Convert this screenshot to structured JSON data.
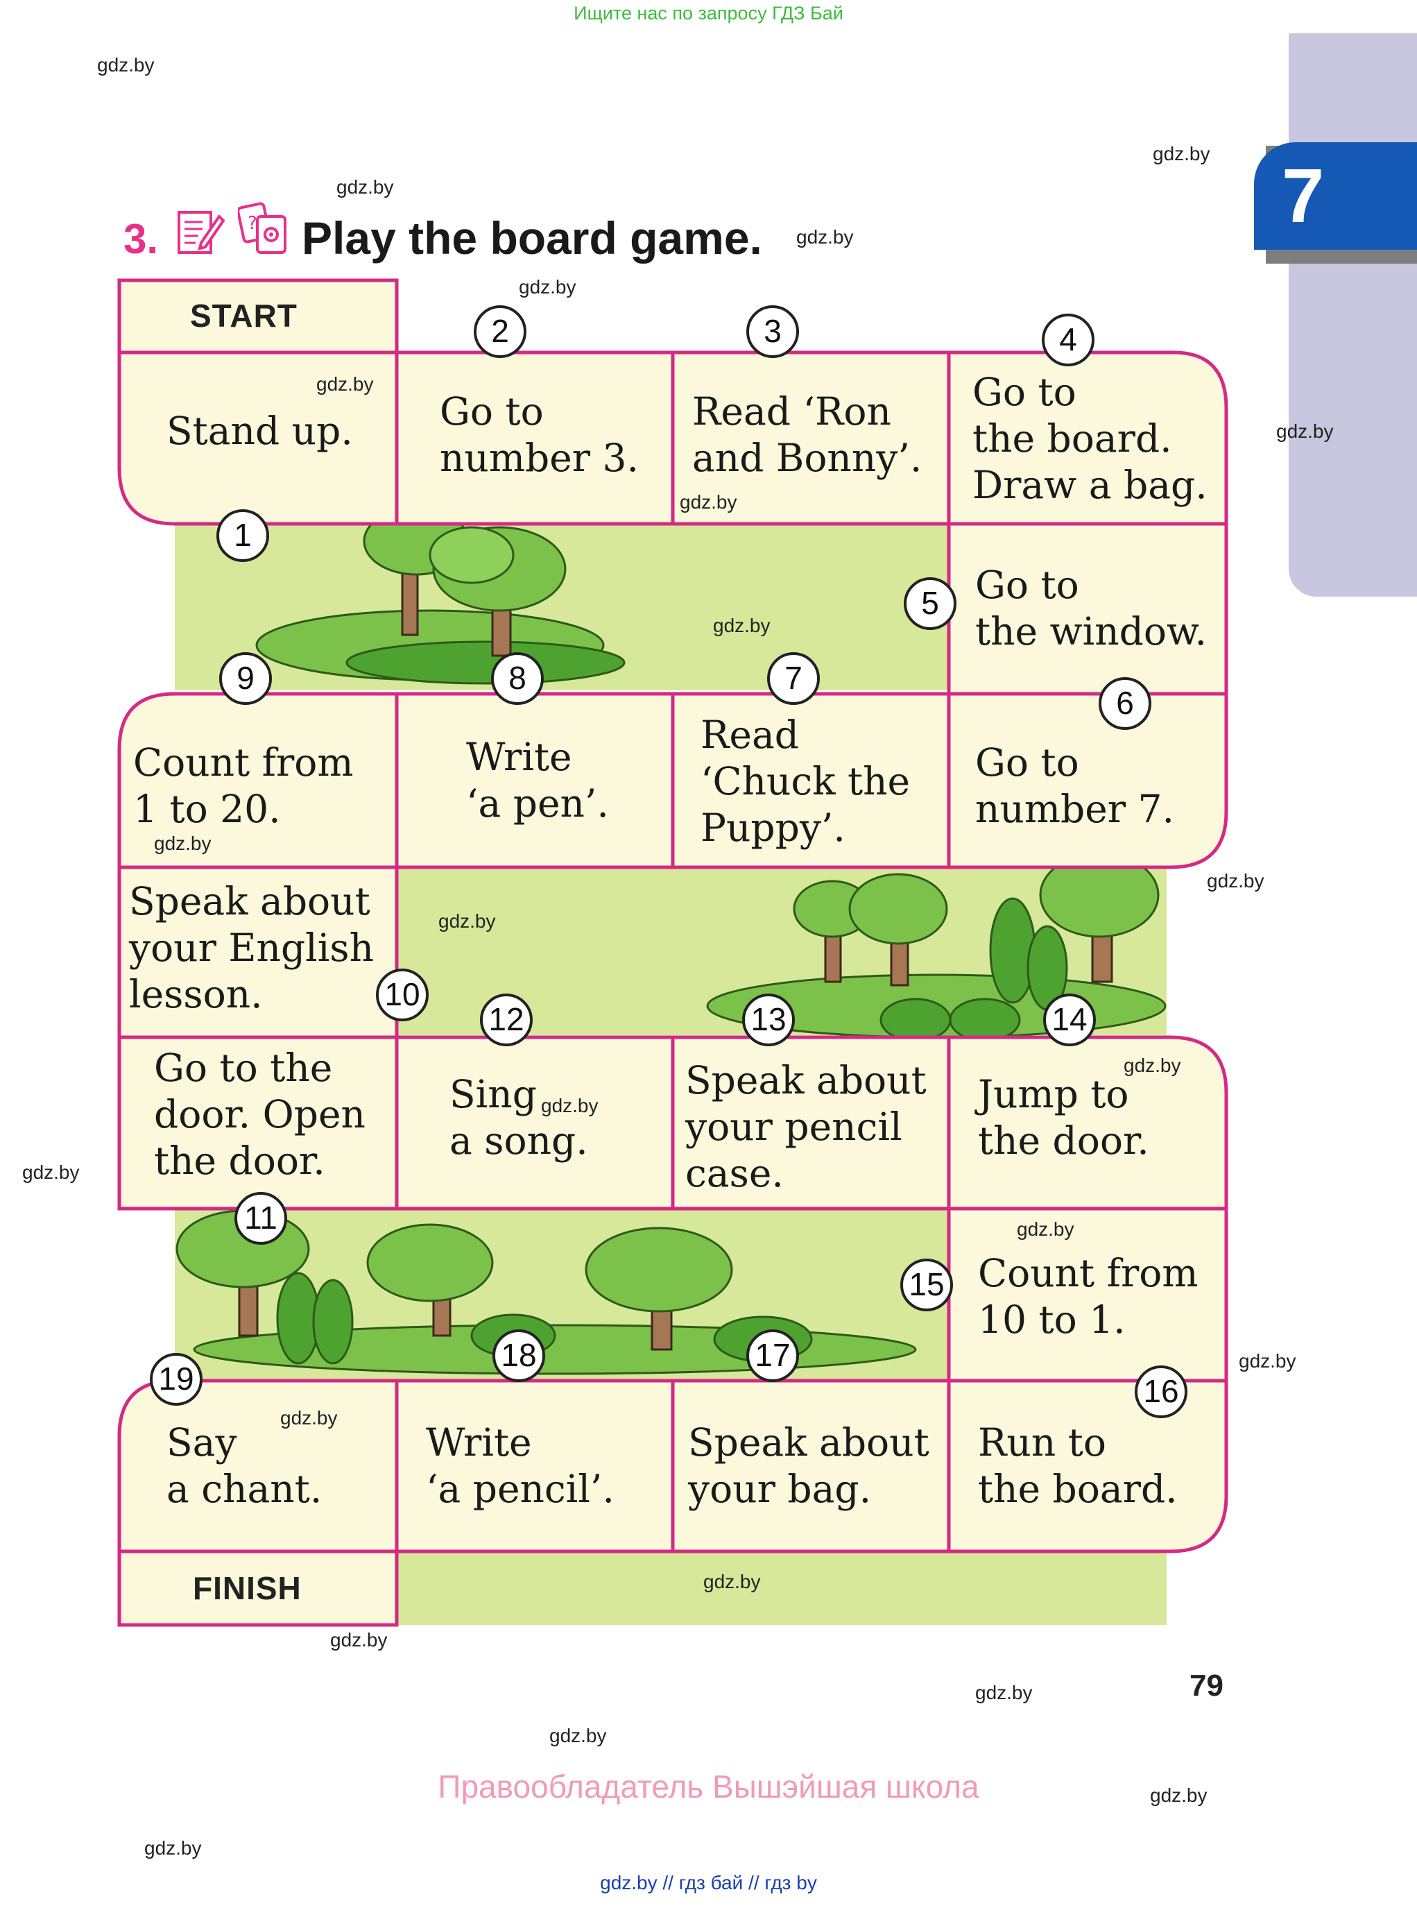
{
  "banner": "Ищите нас по запросу ГДЗ Бай",
  "watermark": "gdz.by",
  "chapter_number": "7",
  "exercise": {
    "number": "3.",
    "title": "Play the board game."
  },
  "icons": [
    "writing-icon",
    "cards-icon"
  ],
  "board": {
    "start_label": "START",
    "finish_label": "FINISH",
    "cells": [
      {
        "text": "Stand up."
      },
      {
        "text": "Go to\nnumber 3."
      },
      {
        "text": "Read ‘Ron\nand Bonny’."
      },
      {
        "text": "Go to\nthe board.\nDraw a bag."
      },
      {
        "text": "Go to\nthe window."
      },
      {
        "text": "Go to\nnumber 7."
      },
      {
        "text": "Read\n‘Chuck the\nPuppy’."
      },
      {
        "text": "Write\n‘a pen’."
      },
      {
        "text": "Count from\n1 to 20."
      },
      {
        "text": "Speak about\nyour English\nlesson."
      },
      {
        "text": "Go to the\ndoor. Open\nthe door."
      },
      {
        "text": "Sing\na song."
      },
      {
        "text": "Speak about\nyour pencil\ncase."
      },
      {
        "text": "Jump to\nthe door."
      },
      {
        "text": "Count from\n10 to 1."
      },
      {
        "text": "Run to\nthe board."
      },
      {
        "text": "Speak about\nyour bag."
      },
      {
        "text": "Write\n‘a pencil’."
      },
      {
        "text": "Say\na chant."
      }
    ],
    "numbers": [
      "1",
      "2",
      "3",
      "4",
      "5",
      "6",
      "7",
      "8",
      "9",
      "10",
      "11",
      "12",
      "13",
      "14",
      "15",
      "16",
      "17",
      "18",
      "19"
    ]
  },
  "page_number": "79",
  "rights_holder": "Правообладатель Вышэйшая школа",
  "footer_links": "gdz.by  //  гдз бай  //  гдз by",
  "colors": {
    "pink": "#d42a85",
    "cream": "#fbf8dc",
    "green_bg": "#d8e89a",
    "chapter_blue": "#1659b5",
    "sidebar": "#c9c6df"
  }
}
